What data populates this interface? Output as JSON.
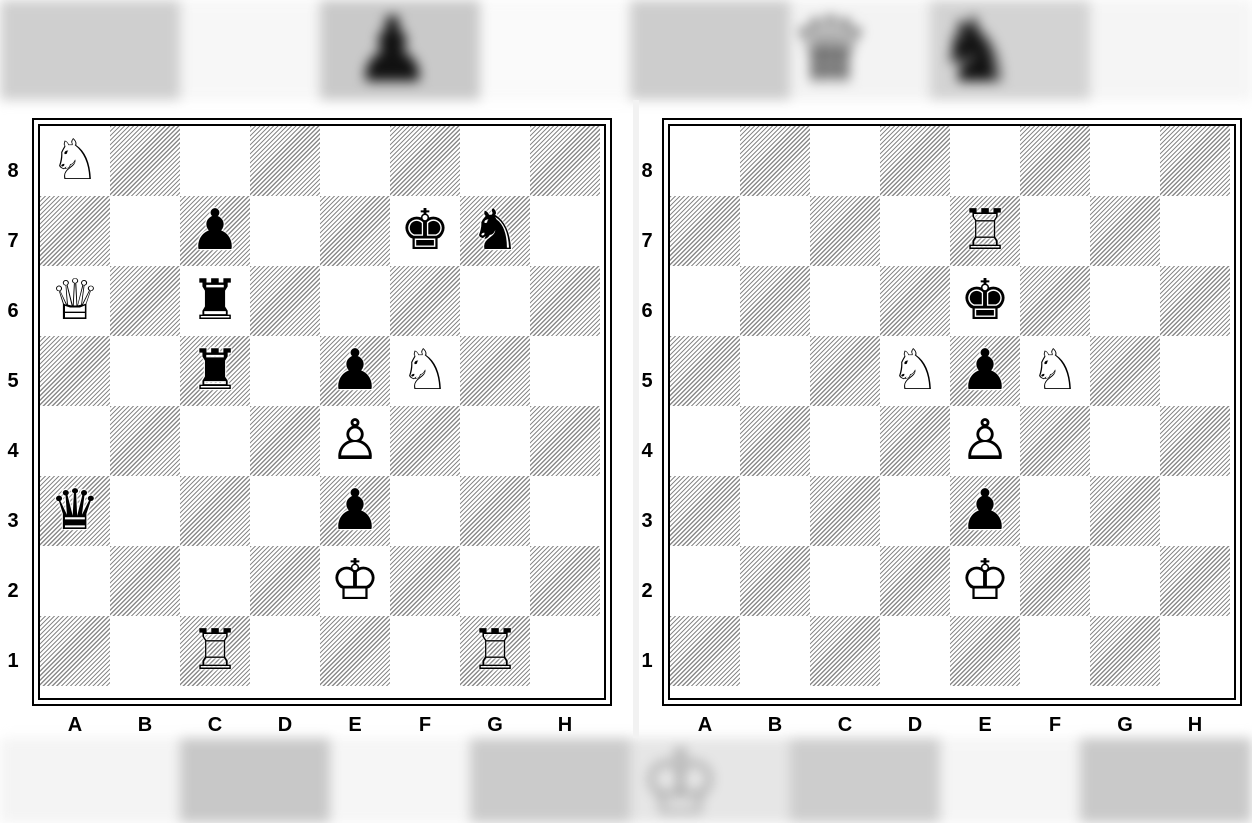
{
  "files": [
    "A",
    "B",
    "C",
    "D",
    "E",
    "F",
    "G",
    "H"
  ],
  "ranks": [
    "8",
    "7",
    "6",
    "5",
    "4",
    "3",
    "2",
    "1"
  ],
  "decor": {
    "top_glyphs": [
      "♟",
      "♛",
      "♞"
    ],
    "bottom_glyphs": [
      "♔"
    ]
  },
  "boards": [
    {
      "name": "left",
      "rows": [
        [
          "♘",
          "",
          "",
          "",
          "",
          "",
          "",
          ""
        ],
        [
          "",
          "",
          "♟",
          "",
          "",
          "♚",
          "♞",
          ""
        ],
        [
          "♕",
          "",
          "♜",
          "",
          "",
          "",
          "",
          ""
        ],
        [
          "",
          "",
          "♜",
          "",
          "♟",
          "♘",
          "",
          ""
        ],
        [
          "",
          "",
          "",
          "",
          "♙",
          "",
          "",
          ""
        ],
        [
          "♛",
          "",
          "",
          "",
          "♟",
          "",
          "",
          ""
        ],
        [
          "",
          "",
          "",
          "",
          "♔",
          "",
          "",
          ""
        ],
        [
          "",
          "",
          "♖",
          "",
          "",
          "",
          "♖",
          ""
        ]
      ]
    },
    {
      "name": "right",
      "rows": [
        [
          "",
          "",
          "",
          "",
          "",
          "",
          "",
          ""
        ],
        [
          "",
          "",
          "",
          "",
          "♖",
          "",
          "",
          ""
        ],
        [
          "",
          "",
          "",
          "",
          "♚",
          "",
          "",
          ""
        ],
        [
          "",
          "",
          "",
          "♘",
          "♟",
          "♘",
          "",
          ""
        ],
        [
          "",
          "",
          "",
          "",
          "♙",
          "",
          "",
          ""
        ],
        [
          "",
          "",
          "",
          "",
          "♟",
          "",
          "",
          ""
        ],
        [
          "",
          "",
          "",
          "",
          "♔",
          "",
          "",
          ""
        ],
        [
          "",
          "",
          "",
          "",
          "",
          "",
          "",
          ""
        ]
      ]
    }
  ]
}
